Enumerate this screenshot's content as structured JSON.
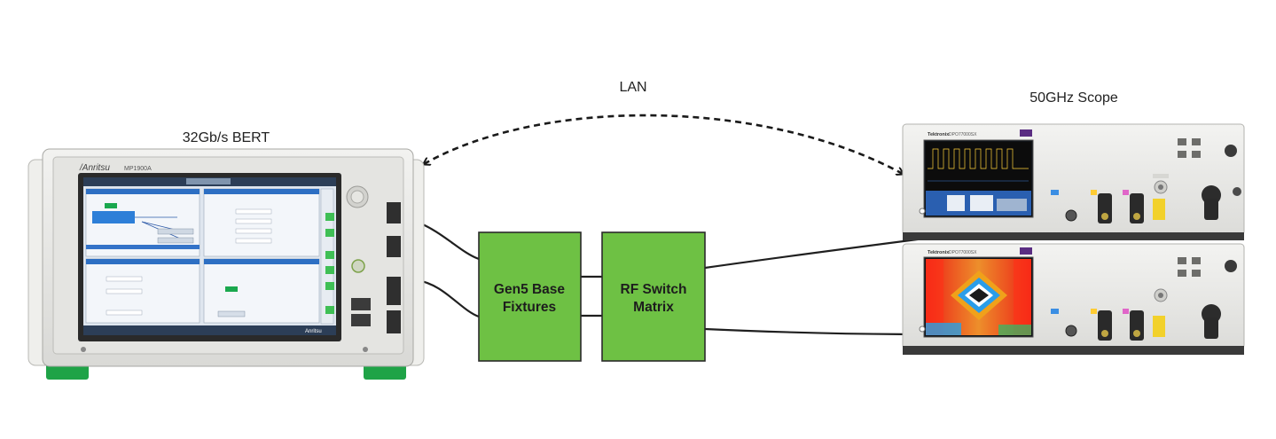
{
  "labels": {
    "bert": "32Gb/s BERT",
    "lan": "LAN",
    "scope": "50GHz Scope"
  },
  "boxes": {
    "fixtures": [
      "Gen5 Base",
      "Fixtures"
    ],
    "switch": [
      "RF Switch",
      "Matrix"
    ]
  },
  "instrument_text": {
    "bert_brand": "/Anritsu",
    "bert_model": "MP1900A",
    "bert_brand_small": "Anritsu",
    "scope_brand": "Tektronix",
    "scope_model": "DPO77000SX"
  },
  "colors": {
    "box_fill": "#6ec144",
    "box_stroke": "#2b2b2b",
    "bert_green": "#1fa347",
    "screen_blue": "#1f5aa8"
  }
}
